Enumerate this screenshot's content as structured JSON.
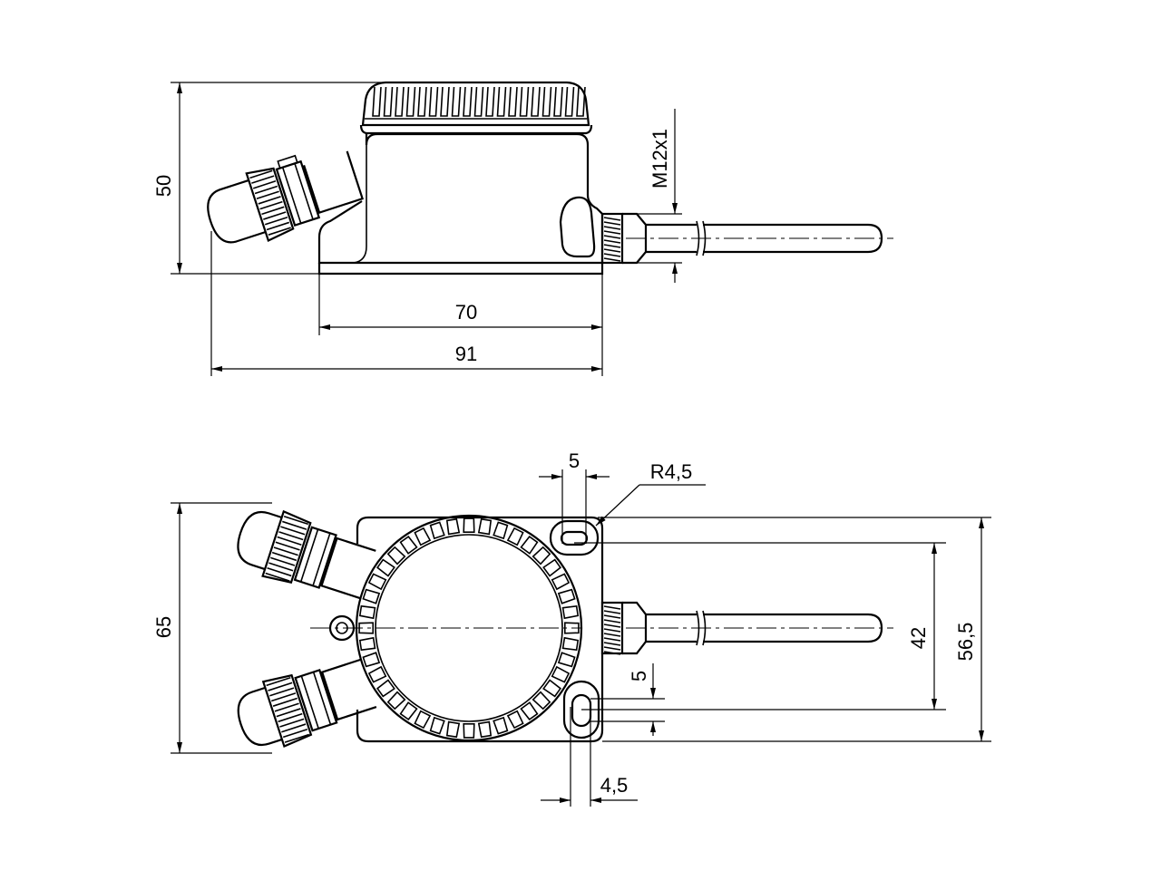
{
  "side_view": {
    "height_label": "50",
    "body_length_label": "70",
    "overall_length_label": "91",
    "thread_label": "M12x1"
  },
  "top_view": {
    "width_label": "65",
    "slot_width_label": "5",
    "radius_label": "R4,5",
    "hole_spacing_label": "42",
    "outer_spacing_label": "56,5",
    "slot_length_label": "5",
    "slot_diameter_label": "4,5"
  }
}
